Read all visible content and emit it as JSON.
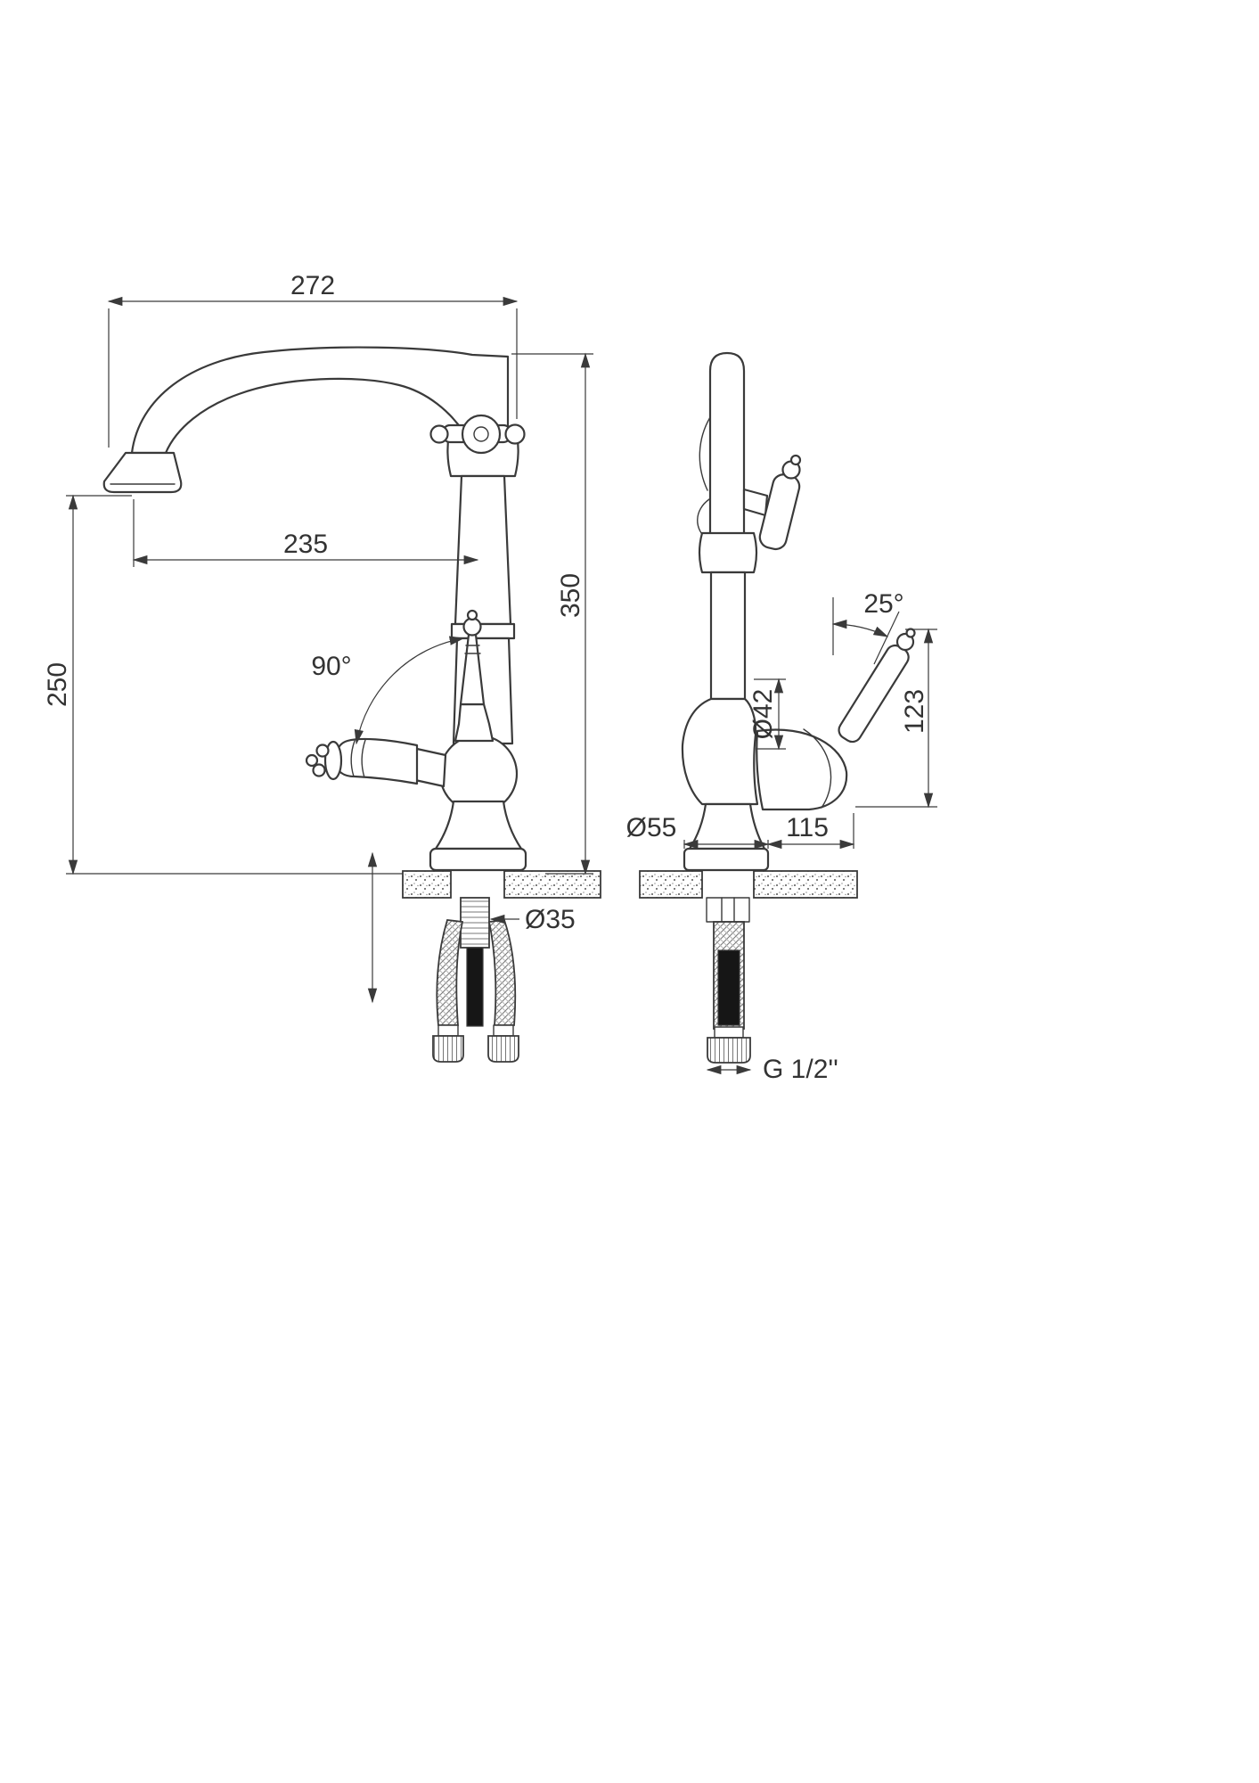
{
  "dimensions": {
    "overall_width": "272",
    "spout_reach": "235",
    "spout_height": "250",
    "overall_height": "350",
    "handle_rotation": "90°",
    "handle_tilt": "25°",
    "handle_length": "123",
    "body_diameter": "Ø42",
    "base_diameter": "Ø55",
    "depth": "115",
    "mounting_hole": "Ø35",
    "thread_size": "G 1/2''"
  }
}
